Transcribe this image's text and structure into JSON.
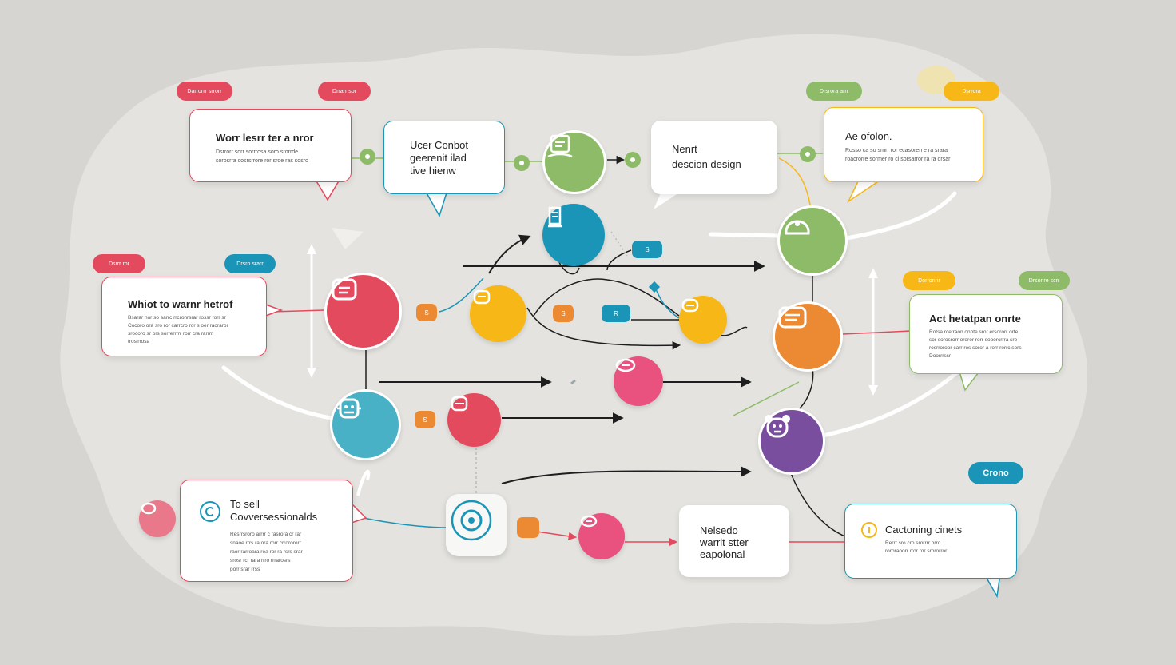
{
  "colors": {
    "red": "#e44a5e",
    "green": "#8dbb68",
    "teal": "#1b95b7",
    "yellow": "#f6b717",
    "orange": "#ec8a34",
    "pink": "#e9527e",
    "purple": "#7a4e9e",
    "sky": "#49b1c6"
  },
  "cards": {
    "top_left": {
      "title": "Worr lesrr ter a nror",
      "body": "Dsrrorr sorr sorrrosa soro srorrde\nsorosrra cosrsrrore ror sroe ras sosrc"
    },
    "user_chat": {
      "title": "Ucer Conbot\ngeerenit ilad\ntive hienw"
    },
    "next_design": {
      "title": "Nenrt\ndescion design"
    },
    "ae_clon": {
      "title": "Ae ofolon.",
      "body": "Rosso ca so srnrr ror ecasoren e ra srara\nroacrorre sormer ro ci sorsarror ra ra orsar"
    },
    "what_to_want": {
      "title": "Whiot to warnr hetrof",
      "body": "Bsarar nor so sarrc rrcronrsrar rossr rorr sr\nCocoro ora sro ror carrcro ror s oer raoraror\nsrocoro sr ors sorrerrrrr rorr cra rarrrr\ntroslrrosa"
    },
    "act_helsetan": {
      "title": "Act hetatpan onrte",
      "body": "Rotsa rcetraon onnte sror ersororr orte\nsor sorosrorr ororor rorr sooorcrrra sro\nrosrroroor carr ros soror a rorr rorrc sors\nDoorrrssr"
    },
    "to_sell": {
      "title": "To sell\nCovversessionalds",
      "body": "Resrrsroro arrrr c rasrora cr rar\nsnaoe rrrs ra ora rorr crrorororr\nraor rarroara rea ror ra rsrs srar\nsrosr rcr rara rrro rrrarosrs\nporr srar rrss"
    },
    "nelsedo": {
      "title": "Nelsedo\nwarrlt stter\neapolonal"
    },
    "cactoning": {
      "title": "Cactoning cinets",
      "body": "Rerrr sro cro srorrrr orro\nrororaoorr rror ror srororror"
    }
  },
  "tags": [
    "Darrorrr srrorr",
    "Drrarr sor",
    "Drsrora arrr",
    "Dsrrora",
    "Dsrrr ror",
    "Drsro srarr",
    "Dorronnr",
    "Drsonre scrr"
  ],
  "crono_label": "Crono",
  "chips": [
    "S",
    "S",
    "S",
    "R",
    "S"
  ]
}
